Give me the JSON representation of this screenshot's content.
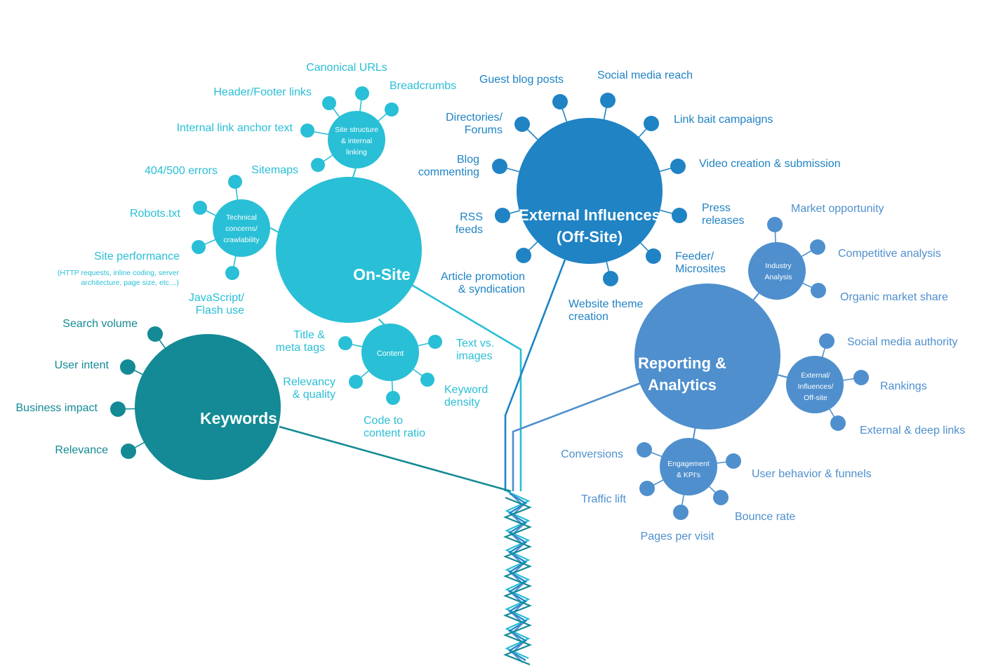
{
  "colors": {
    "onsite": "#29bfd6",
    "keywords": "#138a95",
    "external": "#1f83c4",
    "reporting": "#4f8fcd"
  },
  "hubs": {
    "onsite": "On-Site",
    "keywords": "Keywords",
    "external": [
      "External Influences",
      "(Off-Site)"
    ],
    "reporting": [
      "Reporting &",
      "Analytics"
    ]
  },
  "subs": {
    "site_structure": [
      "Site structure",
      "& internal",
      "linking"
    ],
    "technical": [
      "Technical",
      "concerns/",
      "crawlability"
    ],
    "content": "Content",
    "industry": [
      "Industry",
      "Analysis"
    ],
    "external_offsite": [
      "External/",
      "Influences/",
      "Off-site"
    ],
    "engagement": [
      "Engagement",
      "& KPI's"
    ]
  },
  "leaves": {
    "canonical_urls": "Canonical URLs",
    "header_footer_links": "Header/Footer links",
    "breadcrumbs": "Breadcrumbs",
    "internal_link_anchor_text": "Internal link anchor text",
    "sitemaps": "Sitemaps",
    "errors_404_500": "404/500 errors",
    "robots_txt": "Robots.txt",
    "site_performance": "Site performance",
    "site_performance_note": [
      "(HTTP requests, inline coding, server",
      "architecture, page size, etc…)"
    ],
    "javascript_flash": [
      "JavaScript/",
      "Flash use"
    ],
    "title_meta": [
      "Title &",
      "meta tags"
    ],
    "text_vs_images": [
      "Text vs.",
      "images"
    ],
    "relevancy_quality": [
      "Relevancy",
      "& quality"
    ],
    "keyword_density": [
      "Keyword",
      "density"
    ],
    "code_to_content": [
      "Code to",
      "content ratio"
    ],
    "search_volume": "Search volume",
    "user_intent": "User intent",
    "business_impact": "Business impact",
    "relevance": "Relevance",
    "guest_blog_posts": "Guest blog posts",
    "social_media_reach": "Social media reach",
    "directories_forums": [
      "Directories/",
      "Forums"
    ],
    "link_bait": "Link bait campaigns",
    "blog_commenting": [
      "Blog",
      "commenting"
    ],
    "video_creation": "Video creation & submission",
    "rss_feeds": [
      "RSS",
      "feeds"
    ],
    "press_releases": [
      "Press",
      "releases"
    ],
    "article_promotion": [
      "Article promotion",
      "& syndication"
    ],
    "feeder_microsites": [
      "Feeder/",
      "Microsites"
    ],
    "website_theme": [
      "Website theme",
      "creation"
    ],
    "market_opportunity": "Market opportunity",
    "competitive_analysis": "Competitive analysis",
    "organic_market_share": "Organic market share",
    "social_media_authority": "Social media authority",
    "rankings": "Rankings",
    "external_deep_links": "External & deep links",
    "conversions": "Conversions",
    "user_behavior": "User behavior & funnels",
    "traffic_lift": "Traffic lift",
    "bounce_rate": "Bounce rate",
    "pages_per_visit": "Pages per visit"
  }
}
